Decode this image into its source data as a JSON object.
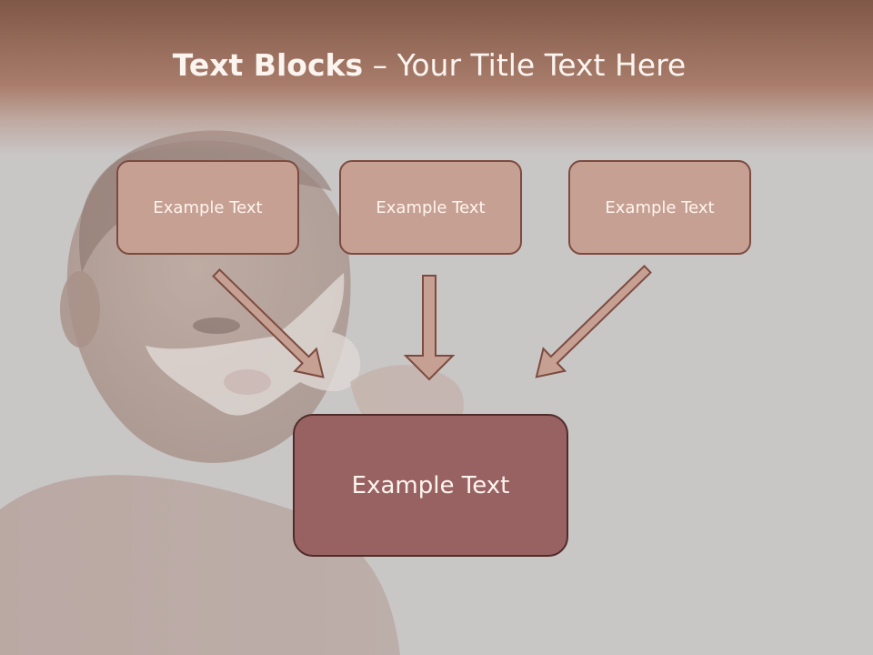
{
  "slide": {
    "title_bold": "Text Blocks",
    "title_dash": " – ",
    "title_rest": "Your Title Text Here"
  },
  "blocks": {
    "top_left": "Example Text",
    "top_middle": "Example Text",
    "top_right": "Example Text",
    "bottom": "Example Text"
  },
  "colors": {
    "header": "#8a5e4e",
    "small_box_fill": "#c6a092",
    "small_box_border": "#7c4b40",
    "big_box_fill": "#996262",
    "big_box_border": "#4f2c29",
    "arrow_fill": "#c6a092",
    "arrow_stroke": "#7c4b40"
  },
  "background": {
    "image": "woman-with-mask-photo"
  }
}
